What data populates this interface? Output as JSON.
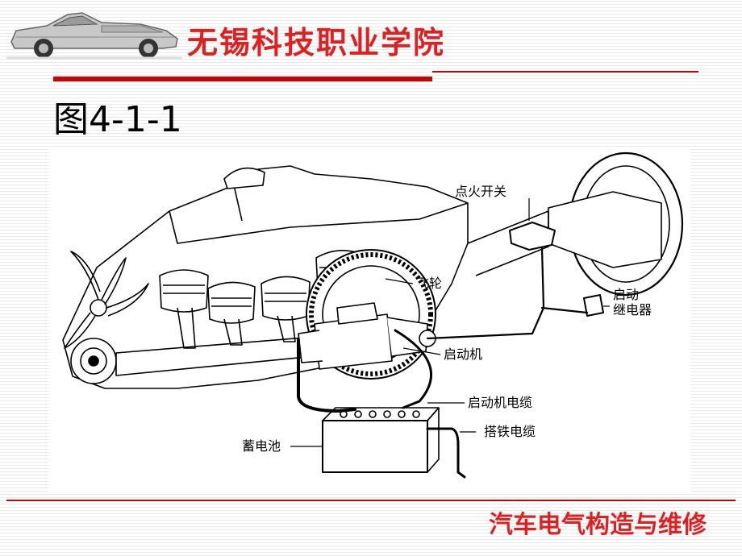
{
  "header": {
    "school_name": "无锡科技职业学院",
    "logo_icon": "convertible-car-icon",
    "accent_color": "#cc0000"
  },
  "figure": {
    "title": "图4-1-1"
  },
  "diagram": {
    "labels": {
      "ignition_switch": "点火开关",
      "flywheel": "飞轮",
      "starter_relay_line1": "启动",
      "starter_relay_line2": "继电器",
      "starter_motor": "启动机",
      "starter_cable": "启动机电缆",
      "ground_cable": "搭铁电缆",
      "battery": "蓄电池"
    }
  },
  "footer": {
    "course_title": "汽车电气构造与维修"
  }
}
